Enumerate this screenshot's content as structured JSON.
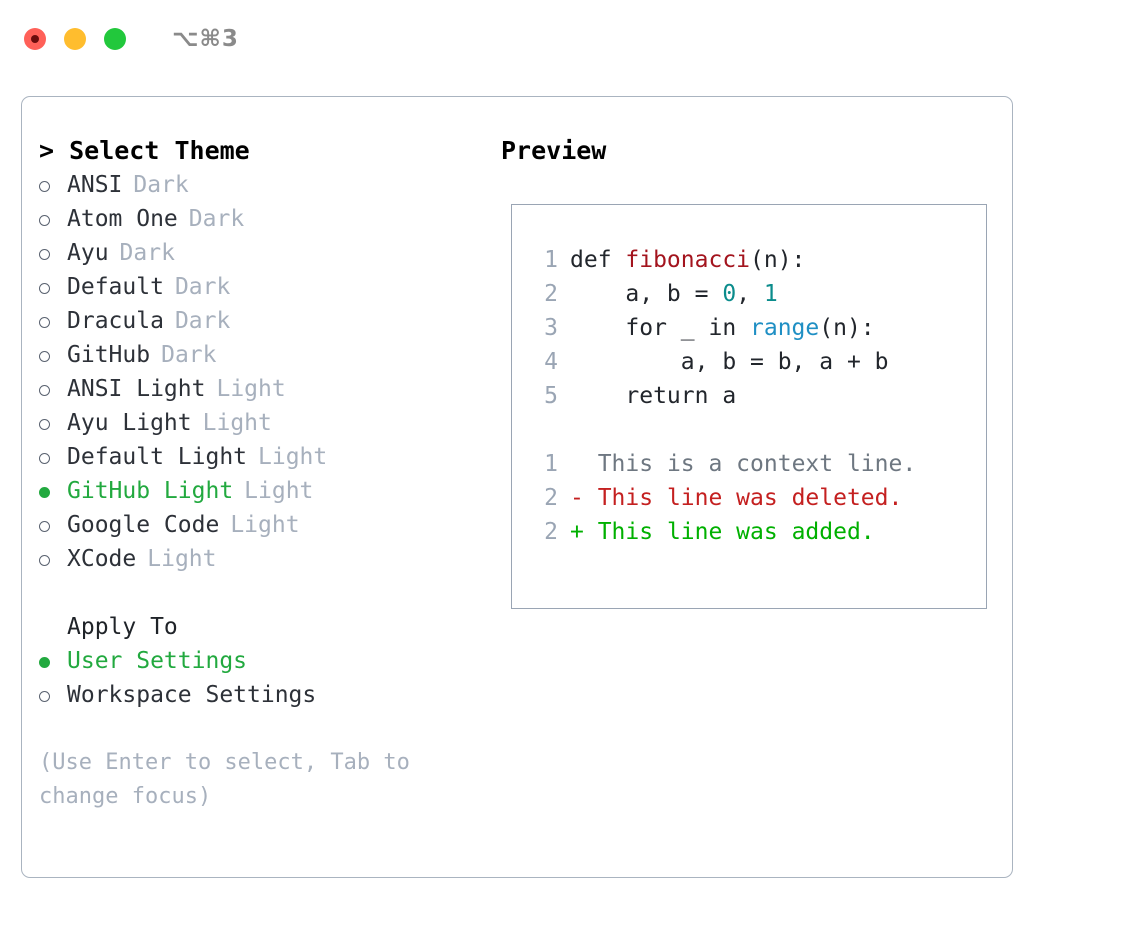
{
  "titlebar": {
    "shortcut": "⌥⌘3",
    "lights": [
      "close-button",
      "minimize-button",
      "maximize-button"
    ]
  },
  "theme_panel": {
    "heading": "> Select Theme",
    "items": [
      {
        "name": "ANSI",
        "kind": "Dark",
        "selected": false
      },
      {
        "name": "Atom One",
        "kind": "Dark",
        "selected": false
      },
      {
        "name": "Ayu",
        "kind": "Dark",
        "selected": false
      },
      {
        "name": "Default",
        "kind": "Dark",
        "selected": false
      },
      {
        "name": "Dracula",
        "kind": "Dark",
        "selected": false
      },
      {
        "name": "GitHub",
        "kind": "Dark",
        "selected": false
      },
      {
        "name": "ANSI Light",
        "kind": "Light",
        "selected": false
      },
      {
        "name": "Ayu Light",
        "kind": "Light",
        "selected": false
      },
      {
        "name": "Default Light",
        "kind": "Light",
        "selected": false
      },
      {
        "name": "GitHub Light",
        "kind": "Light",
        "selected": true
      },
      {
        "name": "Google Code",
        "kind": "Light",
        "selected": false
      },
      {
        "name": "XCode",
        "kind": "Light",
        "selected": false
      }
    ]
  },
  "apply_to": {
    "heading": "Apply To",
    "options": [
      {
        "label": "User Settings",
        "selected": true
      },
      {
        "label": "Workspace Settings",
        "selected": false
      }
    ]
  },
  "hint": "(Use Enter to select, Tab to change focus)",
  "preview": {
    "heading": "Preview",
    "code_lines": [
      {
        "no": "1",
        "segments": [
          {
            "t": "def ",
            "c": "code-text"
          },
          {
            "t": "fibonacci",
            "c": "tok-fn"
          },
          {
            "t": "(n):",
            "c": "code-text"
          }
        ]
      },
      {
        "no": "2",
        "segments": [
          {
            "t": "    a, b = ",
            "c": "code-text"
          },
          {
            "t": "0",
            "c": "tok-num"
          },
          {
            "t": ", ",
            "c": "code-text"
          },
          {
            "t": "1",
            "c": "tok-num"
          }
        ]
      },
      {
        "no": "3",
        "segments": [
          {
            "t": "    for _ in ",
            "c": "code-text"
          },
          {
            "t": "range",
            "c": "tok-builtin"
          },
          {
            "t": "(n):",
            "c": "code-text"
          }
        ]
      },
      {
        "no": "4",
        "segments": [
          {
            "t": "        a, b = b, a + b",
            "c": "code-text"
          }
        ]
      },
      {
        "no": "5",
        "segments": [
          {
            "t": "    return a",
            "c": "code-text"
          }
        ]
      }
    ],
    "diff_lines": [
      {
        "no": "1",
        "marker": "  ",
        "text": "This is a context line.",
        "c": "diff-context"
      },
      {
        "no": "2",
        "marker": "- ",
        "text": "This line was deleted.",
        "c": "diff-del"
      },
      {
        "no": "2",
        "marker": "+ ",
        "text": "This line was added.",
        "c": "diff-add"
      }
    ]
  },
  "colors": {
    "accent_green": "#22a93f",
    "muted": "#a7b0bd",
    "border": "#aab4c0",
    "preview_border": "#9aa5b4",
    "diff_add": "#00b000",
    "diff_del": "#c42020",
    "fn": "#a3141e",
    "num": "#0b8c8c",
    "builtin": "#1f8fc4"
  }
}
